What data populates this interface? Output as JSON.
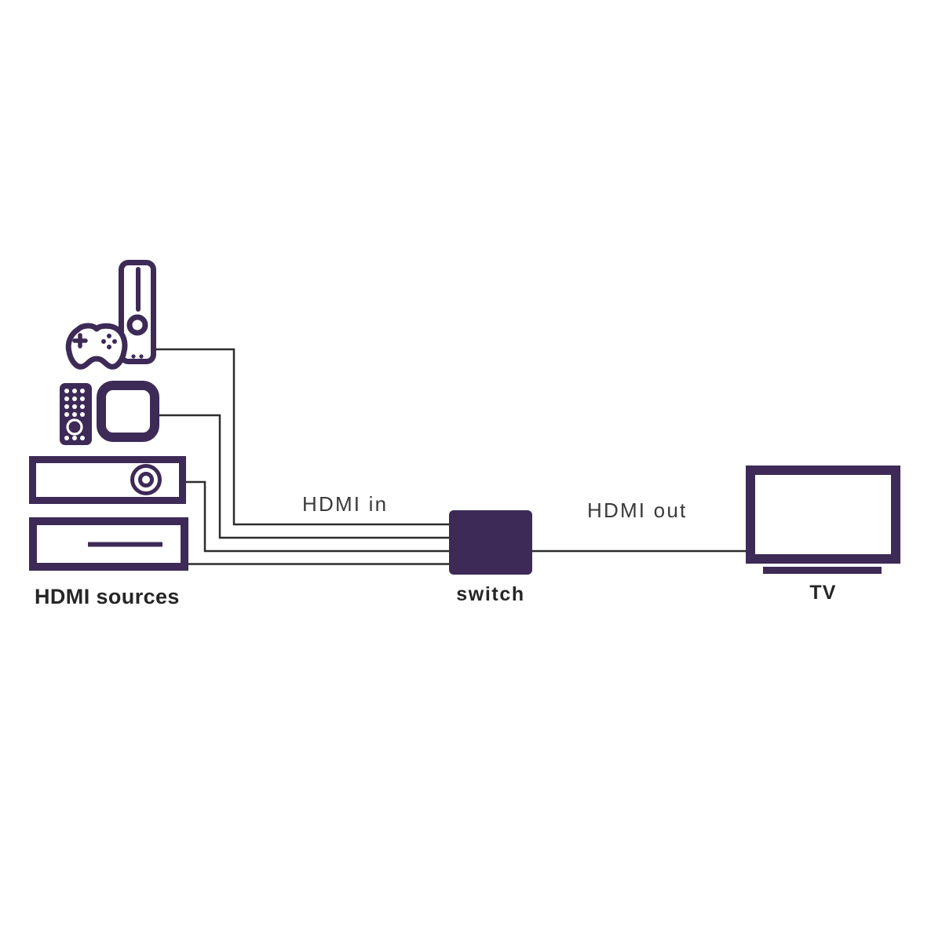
{
  "diagram": {
    "labels": {
      "sources": "HDMI sources",
      "hdmi_in": "HDMI in",
      "hdmi_out": "HDMI out",
      "switch": "switch",
      "tv": "TV"
    },
    "colors": {
      "accent_purple": "#3d2a57",
      "connector_line": "#2d2d2d",
      "label_bold": "#262626",
      "label_regular": "#3a3a3a",
      "background": "#ffffff"
    },
    "nodes": [
      {
        "id": "game-console",
        "icon": "game-console-icon",
        "group": "HDMI sources"
      },
      {
        "id": "game-controller",
        "icon": "game-controller-icon",
        "group": "HDMI sources"
      },
      {
        "id": "remote-control",
        "icon": "remote-control-icon",
        "group": "HDMI sources"
      },
      {
        "id": "streaming-box",
        "icon": "streaming-box-icon",
        "group": "HDMI sources"
      },
      {
        "id": "disc-player",
        "icon": "disc-player-icon",
        "group": "HDMI sources"
      },
      {
        "id": "media-box",
        "icon": "media-box-icon",
        "group": "HDMI sources"
      },
      {
        "id": "switch",
        "label": "switch"
      },
      {
        "id": "tv",
        "label": "TV",
        "icon": "tv-icon"
      }
    ],
    "edges": [
      {
        "from": "game-console",
        "to": "switch",
        "label": "HDMI in"
      },
      {
        "from": "streaming-box",
        "to": "switch",
        "label": "HDMI in"
      },
      {
        "from": "disc-player",
        "to": "switch",
        "label": "HDMI in"
      },
      {
        "from": "media-box",
        "to": "switch",
        "label": "HDMI in"
      },
      {
        "from": "switch",
        "to": "tv",
        "label": "HDMI out"
      }
    ]
  }
}
